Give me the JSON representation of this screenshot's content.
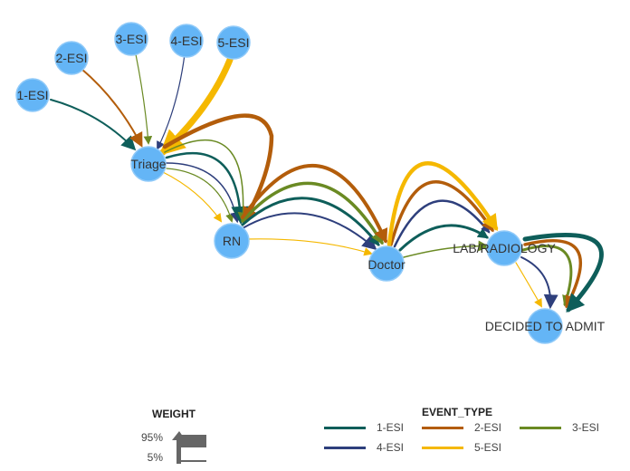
{
  "nodes": [
    {
      "id": "1-ESI",
      "label": "1-ESI"
    },
    {
      "id": "2-ESI",
      "label": "2-ESI"
    },
    {
      "id": "3-ESI",
      "label": "3-ESI"
    },
    {
      "id": "4-ESI",
      "label": "4-ESI"
    },
    {
      "id": "5-ESI",
      "label": "5-ESI"
    },
    {
      "id": "triage",
      "label": "Triage"
    },
    {
      "id": "rn",
      "label": "RN"
    },
    {
      "id": "doctor",
      "label": "Doctor"
    },
    {
      "id": "lab",
      "label": "LAB/RADIOLOGY"
    },
    {
      "id": "admit",
      "label": "DECIDED TO ADMIT"
    }
  ],
  "colors": {
    "node_fill": "#64b5f6",
    "node_stroke": "#90caf9",
    "1-ESI": "#0e5e5a",
    "2-ESI": "#b35d0b",
    "3-ESI": "#6a8a23",
    "4-ESI": "#2e3f7c",
    "5-ESI": "#f5b800"
  },
  "legend": {
    "weight_title": "WEIGHT",
    "weight_high": "95%",
    "weight_low": "5%",
    "event_type_title": "EVENT_TYPE",
    "items": [
      {
        "label": "1-ESI",
        "color_key": "1-ESI"
      },
      {
        "label": "2-ESI",
        "color_key": "2-ESI"
      },
      {
        "label": "3-ESI",
        "color_key": "3-ESI"
      },
      {
        "label": "4-ESI",
        "color_key": "4-ESI"
      },
      {
        "label": "5-ESI",
        "color_key": "5-ESI"
      }
    ]
  }
}
